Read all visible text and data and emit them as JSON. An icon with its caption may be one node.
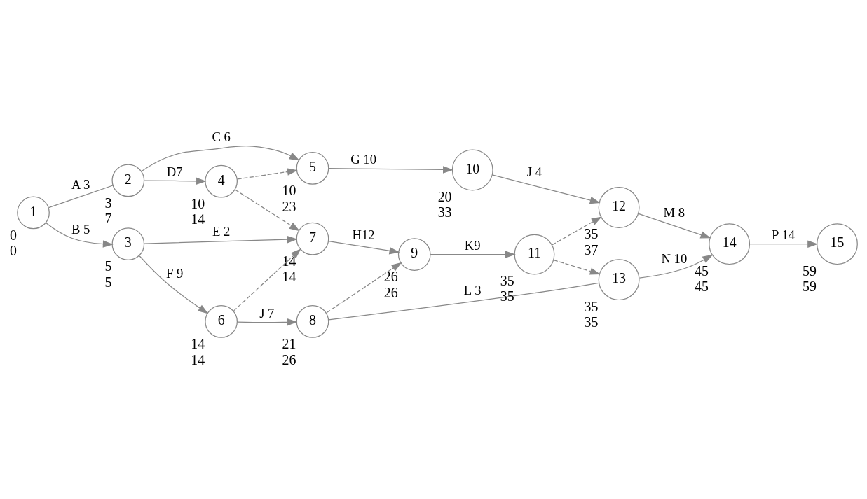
{
  "diagram": {
    "nodes": [
      {
        "text": [
          "1"
        ],
        "beside": [
          "0",
          "0"
        ]
      },
      {
        "text": [
          "2"
        ],
        "beside": [
          "3",
          "7"
        ]
      },
      {
        "text": [
          "3"
        ],
        "beside": [
          "5",
          "5"
        ]
      },
      {
        "text": [
          "4"
        ],
        "beside": [
          "10",
          "14"
        ]
      },
      {
        "text": [
          "5"
        ],
        "beside": [
          "10",
          "23"
        ]
      },
      {
        "text": [
          "6"
        ],
        "beside": [
          "14",
          "14"
        ]
      },
      {
        "text": [
          "7"
        ],
        "beside": [
          "14",
          "14"
        ]
      },
      {
        "text": [
          "8"
        ],
        "beside": [
          "21",
          "26"
        ]
      },
      {
        "text": [
          "9"
        ],
        "beside": [
          "26",
          "26"
        ]
      },
      {
        "text": [
          "10"
        ],
        "beside": [
          "20",
          "33"
        ]
      },
      {
        "text": [
          "11"
        ],
        "beside": [
          "35",
          "35"
        ]
      },
      {
        "text": [
          "12"
        ],
        "beside": [
          "35",
          "37"
        ]
      },
      {
        "text": [
          "13"
        ],
        "beside": [
          "35",
          "35"
        ]
      },
      {
        "text": [
          "14"
        ],
        "beside": [
          "45",
          "45"
        ]
      },
      {
        "text": [
          "15"
        ],
        "beside": [
          "59",
          "59"
        ]
      }
    ],
    "edges": [
      {
        "from": 0,
        "to": 1,
        "arrow": "none",
        "label": "A 3"
      },
      {
        "from": 0,
        "to": 2,
        "arrow": "to",
        "label": "B 5"
      },
      {
        "from": 1,
        "to": 4,
        "arrow": "to",
        "label": "C 6"
      },
      {
        "from": 1,
        "to": 3,
        "arrow": "to",
        "label": "D7"
      },
      {
        "from": 3,
        "to": 4,
        "arrow": "to",
        "style": "dashed"
      },
      {
        "from": 4,
        "to": 9,
        "arrow": "to",
        "label": "G 10"
      },
      {
        "from": 9,
        "to": 11,
        "arrow": "to",
        "label": "J 4"
      },
      {
        "from": 3,
        "to": 6,
        "arrow": "to",
        "style": "dashed"
      },
      {
        "from": 2,
        "to": 6,
        "arrow": "to",
        "label": "E 2"
      },
      {
        "from": 2,
        "to": 5,
        "arrow": "to",
        "label": "F 9"
      },
      {
        "from": 5,
        "to": 6,
        "arrow": "to",
        "style": "dashed"
      },
      {
        "from": 6,
        "to": 8,
        "arrow": "to",
        "label": "H12"
      },
      {
        "from": 5,
        "to": 7,
        "arrow": "to",
        "label": "J 7"
      },
      {
        "from": 7,
        "to": 8,
        "arrow": "to",
        "style": "dashed"
      },
      {
        "from": 8,
        "to": 10,
        "arrow": "to",
        "label": "K9"
      },
      {
        "from": 7,
        "to": 12,
        "arrow": "none",
        "label": "L 3"
      },
      {
        "from": 10,
        "to": 11,
        "arrow": "to",
        "style": "dashed"
      },
      {
        "from": 10,
        "to": 12,
        "arrow": "to",
        "style": "dashed"
      },
      {
        "from": 11,
        "to": 13,
        "arrow": "to",
        "label": "M 8"
      },
      {
        "from": 12,
        "to": 13,
        "arrow": "to",
        "label": "N 10"
      },
      {
        "from": 13,
        "to": 14,
        "arrow": "to",
        "label": "P 14"
      }
    ]
  }
}
